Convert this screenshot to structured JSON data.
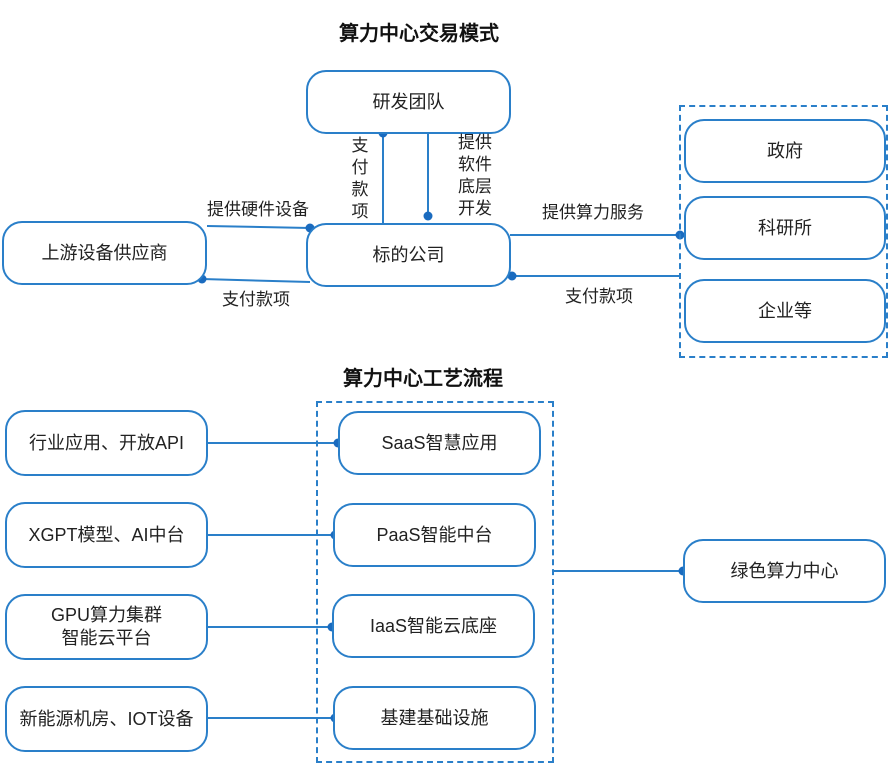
{
  "top": {
    "title": "算力中心交易模式",
    "rd_team": "研发团队",
    "upstream": "上游设备供应商",
    "target_company": "标的公司",
    "clients": [
      "政府",
      "科研所",
      "企业等"
    ],
    "pay_to_rd": "支付款项",
    "rd_provides": "提供软件底层开发",
    "provide_hardware": "提供硬件设备",
    "pay_upstream": "支付款项",
    "provide_compute": "提供算力服务",
    "client_pay": "支付款项"
  },
  "bottom": {
    "title": "算力中心工艺流程",
    "left_items": [
      "行业应用、开放API",
      "XGPT模型、AI中台",
      "GPU算力集群\n智能云平台",
      "新能源机房、IOT设备"
    ],
    "layers": [
      "SaaS智慧应用",
      "PaaS智能中台",
      "IaaS智能云底座",
      "基建基础设施"
    ],
    "green_center": "绿色算力中心"
  },
  "colors": {
    "accent": "#2a7fc9",
    "dot": "#1a6bbf"
  }
}
